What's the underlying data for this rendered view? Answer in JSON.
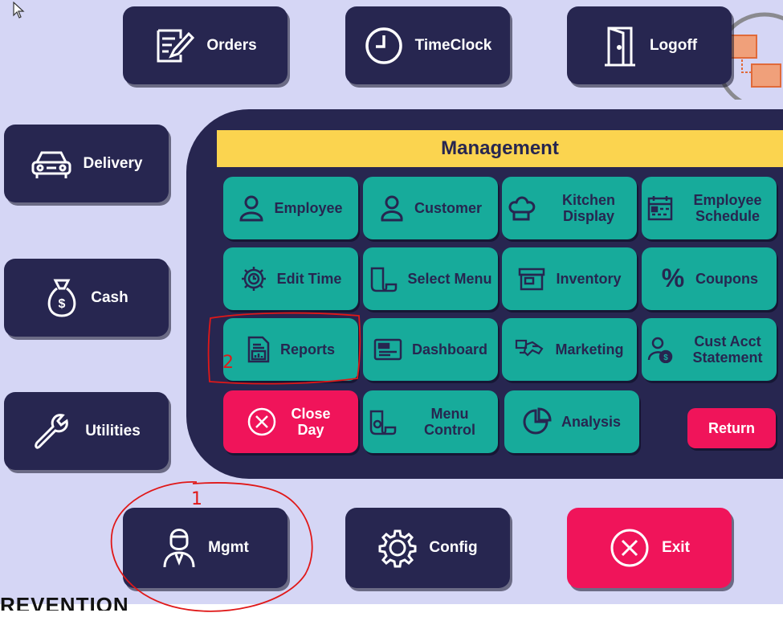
{
  "top_buttons": [
    {
      "label": "Orders",
      "icon": "edit-document-icon"
    },
    {
      "label": "TimeClock",
      "icon": "clock-icon"
    },
    {
      "label": "Logoff",
      "icon": "door-icon"
    }
  ],
  "side_buttons": [
    {
      "label": "Delivery",
      "icon": "car-icon"
    },
    {
      "label": "Cash",
      "icon": "money-bag-icon"
    },
    {
      "label": "Utilities",
      "icon": "wrench-icon"
    }
  ],
  "bottom_buttons": [
    {
      "label": "Mgmt",
      "icon": "manager-icon"
    },
    {
      "label": "Config",
      "icon": "gear-icon"
    },
    {
      "label": "Exit",
      "icon": "close-circle-icon"
    }
  ],
  "management": {
    "title": "Management",
    "tiles": [
      {
        "label": "Employee",
        "icon": "person-icon"
      },
      {
        "label": "Customer",
        "icon": "person-outline-icon"
      },
      {
        "label": "Kitchen Display",
        "icon": "chef-hat-icon"
      },
      {
        "label": "Employee Schedule",
        "icon": "calendar-icon"
      },
      {
        "label": "Edit Time",
        "icon": "gear-clock-icon"
      },
      {
        "label": "Select Menu",
        "icon": "menu-doc-icon"
      },
      {
        "label": "Inventory",
        "icon": "box-icon"
      },
      {
        "label": "Coupons",
        "icon": "percent-icon"
      },
      {
        "label": "Reports",
        "icon": "report-icon"
      },
      {
        "label": "Dashboard",
        "icon": "dashboard-icon"
      },
      {
        "label": "Marketing",
        "icon": "handshake-icon"
      },
      {
        "label": "Cust Acct Statement",
        "icon": "account-bag-icon"
      },
      {
        "label": "Close Day",
        "icon": "close-circle-icon"
      },
      {
        "label": "Menu Control",
        "icon": "menu-gear-icon"
      },
      {
        "label": "Analysis",
        "icon": "pie-chart-icon"
      }
    ],
    "return_label": "Return"
  },
  "annotations": {
    "mark_1": "1",
    "mark_2": "2"
  },
  "brand": "REVENTION",
  "colors": {
    "navy": "#272650",
    "teal": "#17ab9b",
    "red": "#f0145a",
    "yellow": "#fbd44f",
    "background": "#d5d6f5"
  }
}
